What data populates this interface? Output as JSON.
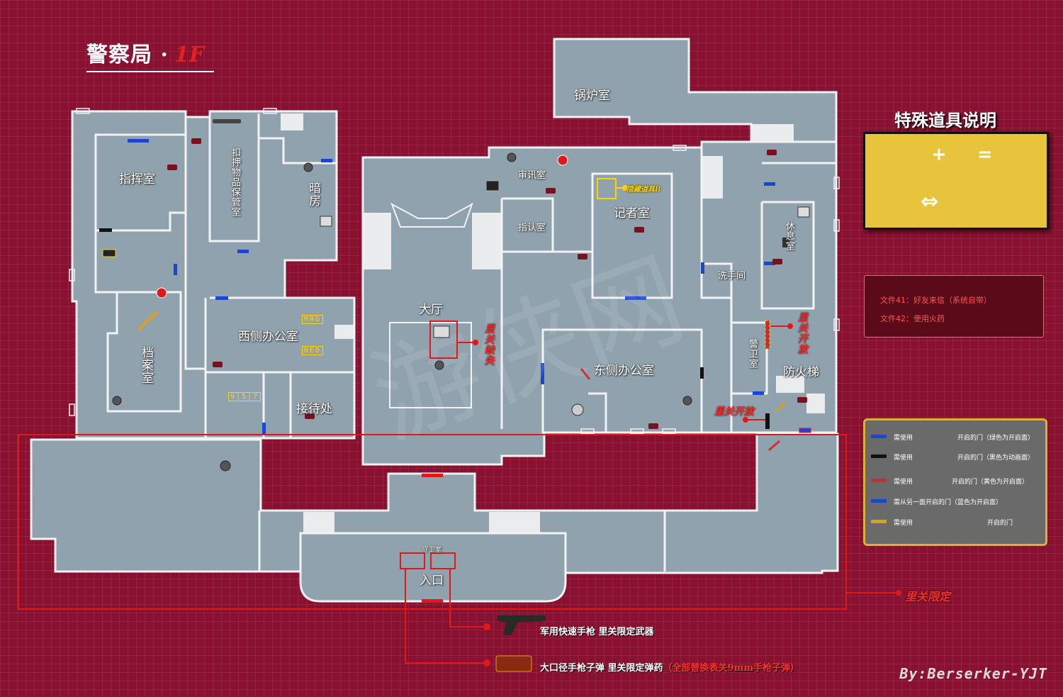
{
  "title": {
    "main": "警察局 ·",
    "floor": "1F"
  },
  "rooms": {
    "boiler": "锅炉室",
    "command": "指挥室",
    "evidence": "扣押物品保管室",
    "darkroom": "暗房",
    "archive": "档案室",
    "west_office": "西侧办公室",
    "reception": "接待处",
    "hall": "大厅",
    "interrogation": "审讯室",
    "identification": "指认室",
    "press": "记者室",
    "restroom": "洗手间",
    "lounge": "休息室",
    "guard": "警卫室",
    "fire_escape": "防火梯",
    "east_office": "东侧办公室",
    "guard_booth": "守卫室",
    "entrance": "入口"
  },
  "labels": {
    "hidden_item": "隐藏道具B",
    "hall_missing": "里关缺失",
    "ura_open_1": "里关开放",
    "ura_open_2": "里关开放",
    "ura_limited": "里关限定",
    "tag_mrg": "MRG",
    "tag_ned": "NED",
    "tag_code": "9|5|7"
  },
  "special": {
    "title": "特殊道具说明",
    "plus": "+",
    "equals": "=",
    "swap": "⇔"
  },
  "files": [
    "文件41：好友来信（系统自带）",
    "文件42：使用火药"
  ],
  "legend": {
    "rows": [
      {
        "color": "#1a46d6",
        "need": "需使用",
        "desc": "开启的门（绿色为开启面）"
      },
      {
        "color": "#111111",
        "need": "需使用",
        "desc": "开启的门（黑色为动画面）"
      },
      {
        "color": "#c23030",
        "need": "需使用",
        "desc": "开启的门（黄色为开启面）"
      },
      {
        "color": "#1a46d6",
        "need": "",
        "desc": "需从另一面开启的门（蓝色为开启面）"
      },
      {
        "color": "#d8a020",
        "need": "需使用",
        "desc": "开启的门"
      }
    ]
  },
  "bottom": {
    "weapon": "军用快速手枪  里关限定武器",
    "ammo": "大口径手枪子弹  里关限定弹药",
    "ammo_note": "（全部替换表关9mm手枪子弹）"
  },
  "author": "By:Berserker-YJT",
  "colors": {
    "background": "#8a1030",
    "room_fill": "#8fa2ad",
    "room_stroke": "#f2f2f2",
    "highlight": "#e01818",
    "legend_border": "#d8b23a"
  }
}
